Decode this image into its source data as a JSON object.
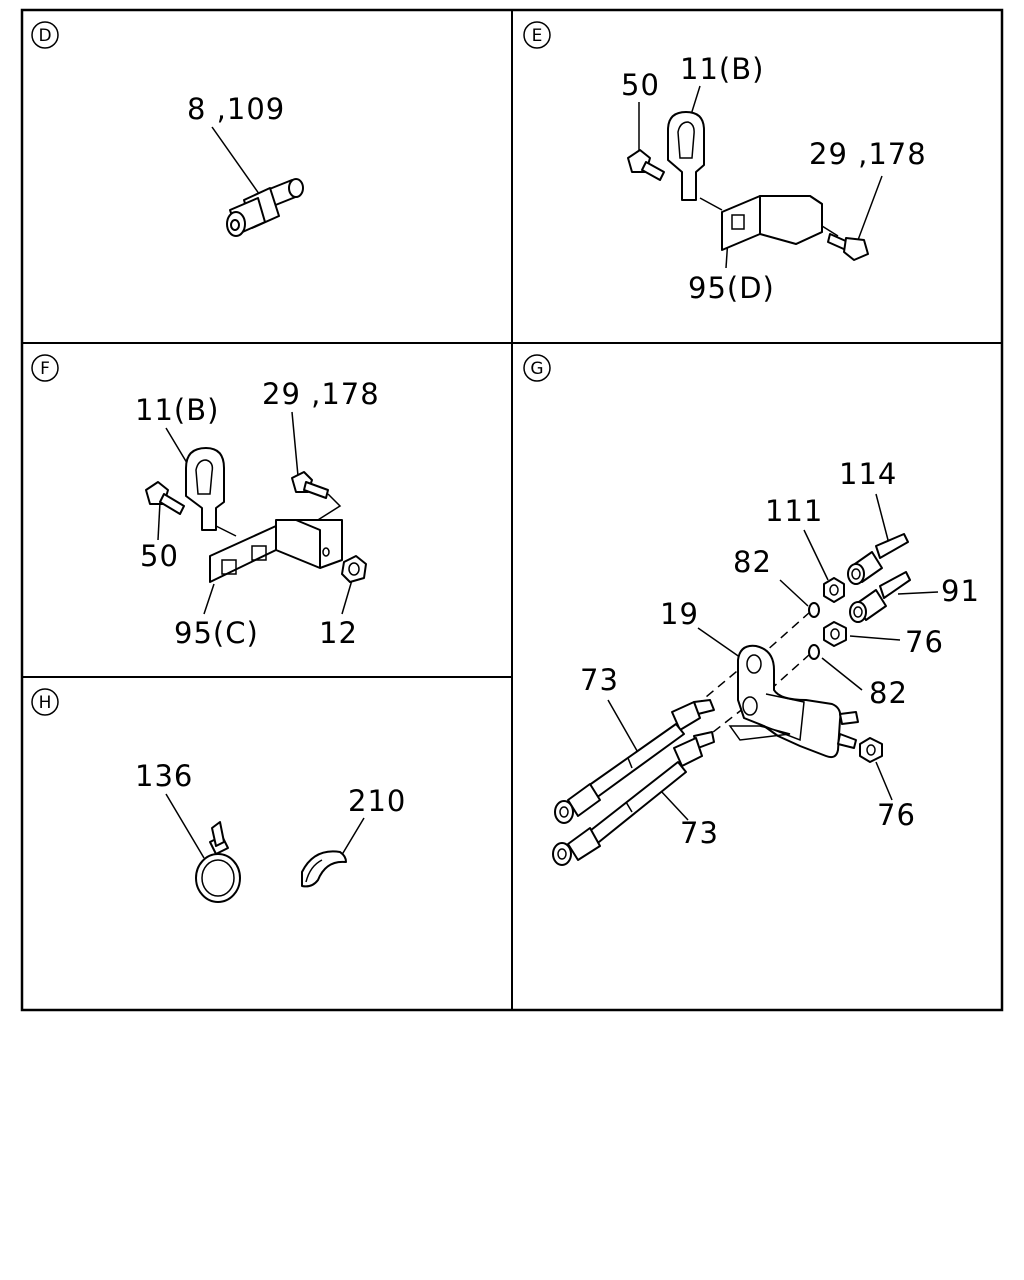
{
  "sections": {
    "D": {
      "badge": "D",
      "labels": {
        "l8_109": "8 ,109"
      }
    },
    "E": {
      "badge": "E",
      "labels": {
        "l50": "50",
        "l11b": "11(B)",
        "l29_178": "29 ,178",
        "l95d": "95(D)"
      }
    },
    "F": {
      "badge": "F",
      "labels": {
        "l11b": "11(B)",
        "l29_178": "29 ,178",
        "l50": "50",
        "l95c": "95(C)",
        "l12": "12"
      }
    },
    "G": {
      "badge": "G",
      "labels": {
        "l114": "114",
        "l111": "111",
        "l82a": "82",
        "l91": "91",
        "l19": "19",
        "l76a": "76",
        "l73a": "73",
        "l82b": "82",
        "l73b": "73",
        "l76b": "76"
      }
    },
    "H": {
      "badge": "H",
      "labels": {
        "l136": "136",
        "l210": "210"
      }
    }
  }
}
